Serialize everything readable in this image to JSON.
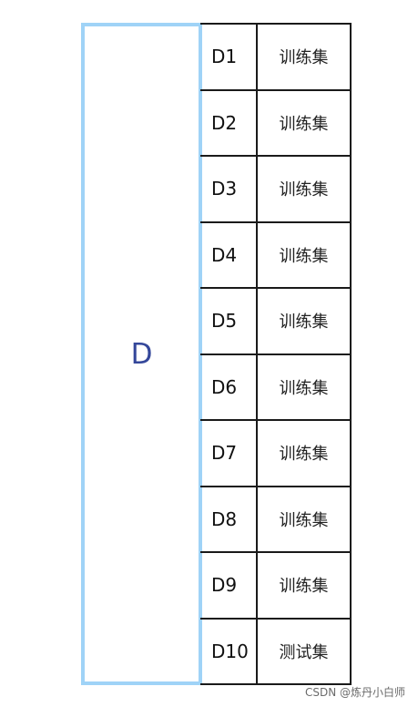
{
  "dataset": {
    "label": "D"
  },
  "folds": [
    {
      "id": "D1",
      "role": "训练集"
    },
    {
      "id": "D2",
      "role": "训练集"
    },
    {
      "id": "D3",
      "role": "训练集"
    },
    {
      "id": "D4",
      "role": "训练集"
    },
    {
      "id": "D5",
      "role": "训练集"
    },
    {
      "id": "D6",
      "role": "训练集"
    },
    {
      "id": "D7",
      "role": "训练集"
    },
    {
      "id": "D8",
      "role": "训练集"
    },
    {
      "id": "D9",
      "role": "训练集"
    },
    {
      "id": "D10",
      "role": "测试集"
    }
  ],
  "watermark": "CSDN @炼丹小白师",
  "colors": {
    "dataset_border": "#9fd3f7",
    "dataset_label": "#34479a",
    "grid_line": "#1a1a1a"
  }
}
